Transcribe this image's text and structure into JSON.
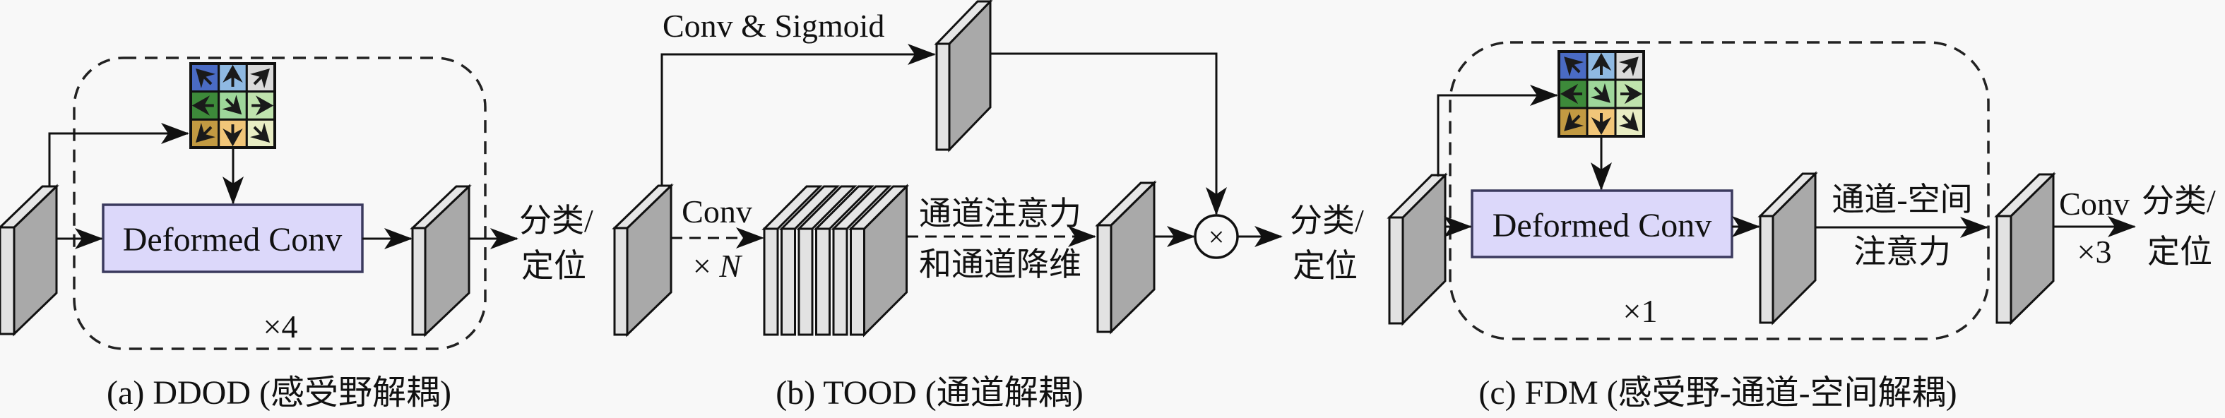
{
  "panels": {
    "a": {
      "caption": "(a) DDOD (感受野解耦)",
      "module_label": "Deformed Conv",
      "repeat": "×4",
      "output_line1": "分类/",
      "output_line2": "定位"
    },
    "b": {
      "caption": "(b) TOOD (通道解耦)",
      "branch_label": "Conv & Sigmoid",
      "conv_label": "Conv",
      "conv_repeat": "×N",
      "attention_line1": "通道注意力",
      "attention_line2": "和通道降维",
      "multiply_symbol": "×",
      "output_line1": "分类/",
      "output_line2": "定位"
    },
    "c": {
      "caption": "(c) FDM (感受野-通道-空间解耦)",
      "module_label": "Deformed Conv",
      "repeat": "×1",
      "attention_line1": "通道-空间",
      "attention_line2": "注意力",
      "conv_label": "Conv",
      "conv_repeat": "×3",
      "output_line1": "分类/",
      "output_line2": "定位"
    }
  },
  "offset_grid": {
    "cell_colors": [
      [
        "#4a6bc4",
        "#8fb9e2",
        "#dadada"
      ],
      [
        "#3d8a3a",
        "#9ed69a",
        "#bfe3ad"
      ],
      [
        "#c29a42",
        "#f1c679",
        "#e9edc4"
      ]
    ],
    "arrow_directions": [
      [
        "up-left",
        "up",
        "up-right"
      ],
      [
        "left",
        "down-right",
        "right"
      ],
      [
        "down-left",
        "down",
        "down-right"
      ]
    ]
  },
  "colors": {
    "background": "#f8f8f8",
    "module_fill": "#dcd8fa",
    "module_border": "#3b3a5e",
    "slab_front": "#e2e2e2",
    "slab_side": "#a9a9a9"
  }
}
